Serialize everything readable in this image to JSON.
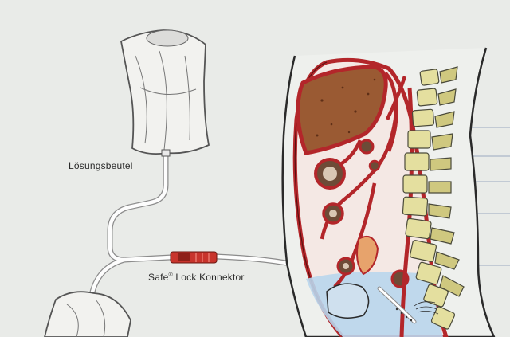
{
  "labels": {
    "solution_bag": "Lösungsbeutel",
    "connector_prefix": "Safe",
    "connector_mark": "®",
    "connector_suffix": " Lock Konnektor"
  },
  "colors": {
    "background": "#e9ebe8",
    "tubing": "#ffffff",
    "bag": "#f2f2ef",
    "bag_outline": "#555555",
    "organ_red": "#b3262a",
    "liver": "#9a5a33",
    "spine": "#e4df9f",
    "dialysate": "#b9d6ec",
    "connector": "#c8342c"
  }
}
